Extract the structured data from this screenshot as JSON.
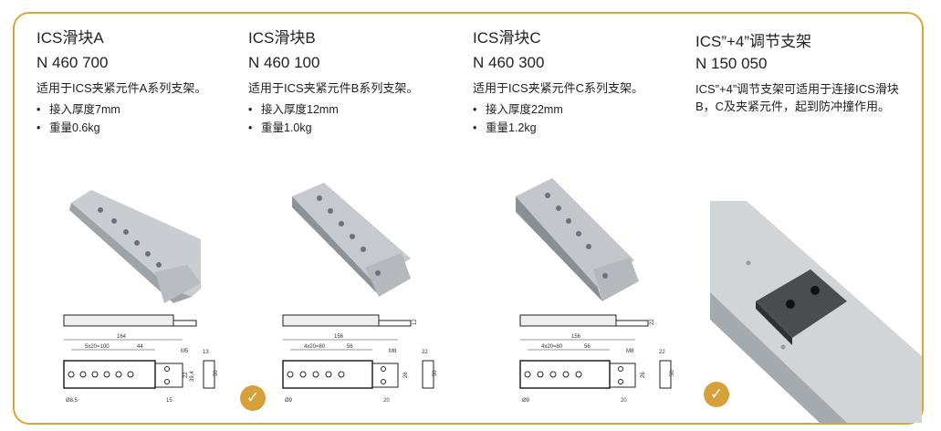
{
  "products": [
    {
      "title": "ICS滑块A",
      "code": "N 460 700",
      "desc": "适用于ICS夹紧元件A系列支架。",
      "bullets": [
        "接入厚度7mm",
        "重量0.6kg"
      ],
      "dims": {
        "length": "164",
        "pitch": "5x20=100",
        "offset": "44",
        "thread": "M5",
        "width": "13",
        "height": "50",
        "h1": "22",
        "h2": "39,4",
        "hole": "Ø8,5",
        "end": "15",
        "side": ""
      },
      "holes": 6
    },
    {
      "title": "ICS滑块B",
      "code": "N 460 100",
      "desc": "适用于ICS夹紧元件B系列支架。",
      "bullets": [
        "接入厚度12mm",
        "重量1.0kg"
      ],
      "dims": {
        "length": "156",
        "pitch": "4x20=80",
        "offset": "56",
        "thread": "M8",
        "width": "22",
        "height": "50",
        "h1": "26",
        "h2": "",
        "hole": "Ø9",
        "end": "20",
        "side": "12"
      },
      "holes": 5
    },
    {
      "title": "ICS滑块C",
      "code": "N 460 300",
      "desc": "适用于ICS夹紧元件C系列支架。",
      "bullets": [
        "接入厚度22mm",
        "重量1.2kg"
      ],
      "dims": {
        "length": "156",
        "pitch": "4x20=80",
        "offset": "56",
        "thread": "M8",
        "width": "22",
        "height": "50",
        "h1": "26",
        "h2": "",
        "hole": "Ø9",
        "end": "20",
        "side": "22"
      },
      "holes": 5
    },
    {
      "title": "ICS”+4”调节支架",
      "code": "N 150 050",
      "desc": "ICS”+4”调节支架可适用于连接ICS滑块B，C及夹紧元件，起到防冲撞作用。",
      "bullets": []
    }
  ],
  "colors": {
    "accent": "#d9a63c"
  }
}
